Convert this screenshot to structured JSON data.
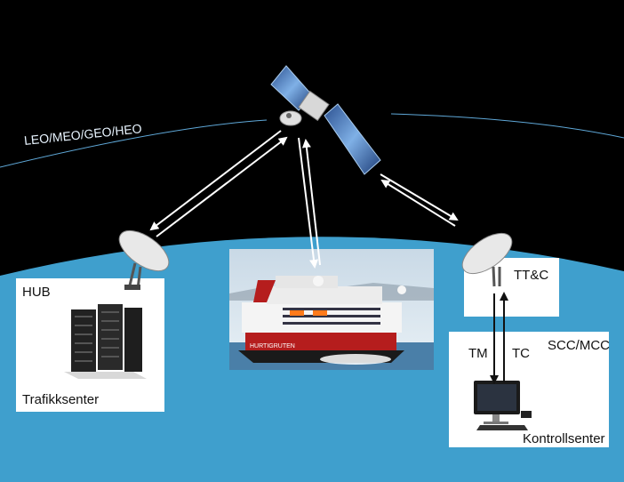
{
  "orbit": {
    "label": "LEO/MEO/GEO/HEO"
  },
  "hub": {
    "title": "HUB",
    "caption": "Trafikksenter"
  },
  "ttc": {
    "label": "TT&C"
  },
  "control": {
    "tm": "TM",
    "tc": "TC",
    "scc": "SCC/MCC",
    "caption": "Kontrollsenter"
  },
  "ship": {
    "brand": "HURTIGRUTEN"
  },
  "colors": {
    "space": "#000000",
    "ocean": "#3f9fcd",
    "arrow": "#ffffff",
    "box": "#ffffff"
  }
}
